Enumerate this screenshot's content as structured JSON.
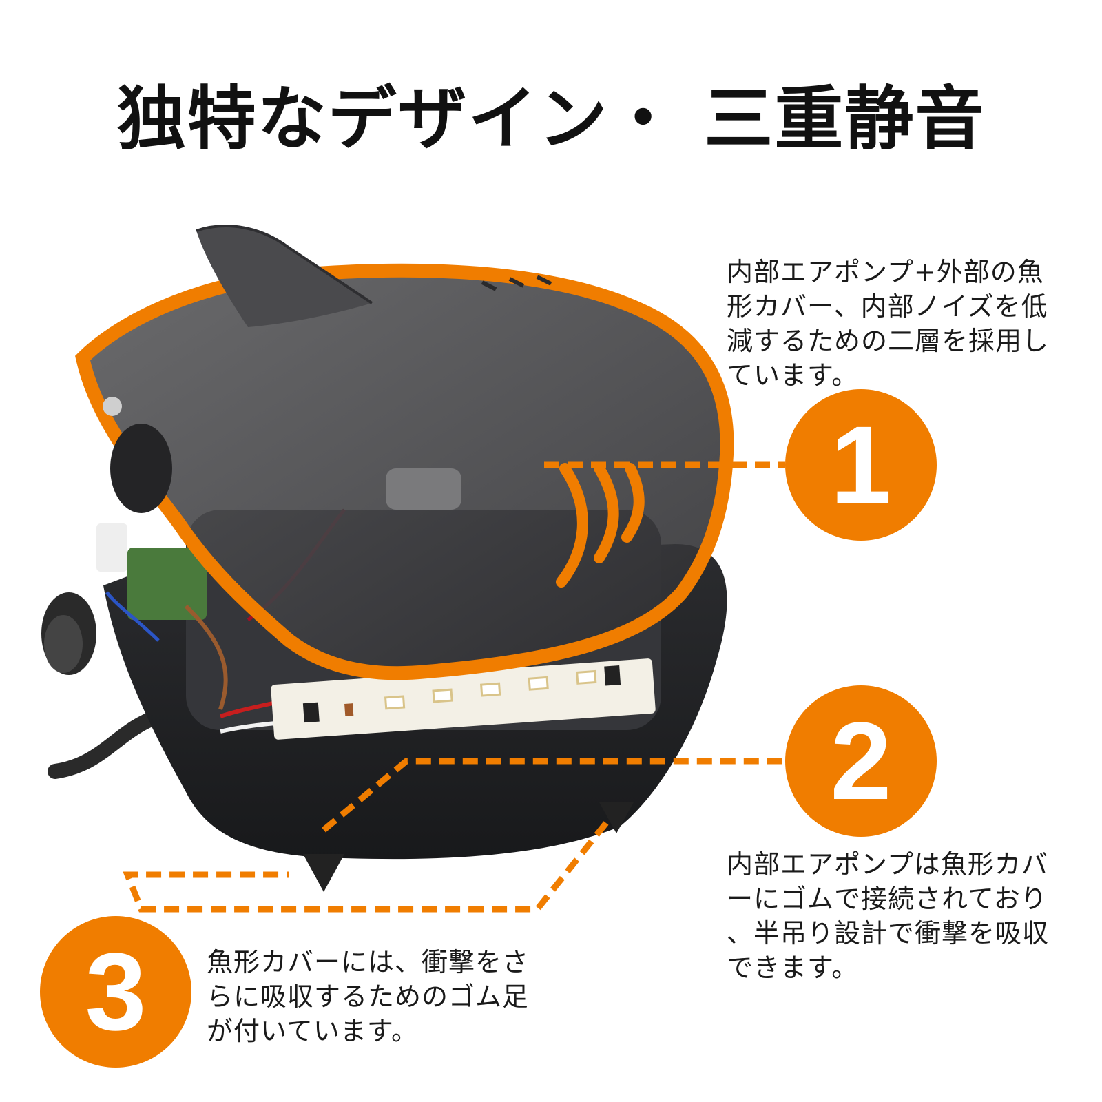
{
  "title": "独特なデザイン・ 三重静音",
  "accent_color": "#f07d00",
  "callouts": [
    {
      "number": "1",
      "lines": [
        "内部エアポンプ+外部の魚",
        "形カバー、内部ノイズを低",
        "減するための二層を採用し",
        "ています。"
      ]
    },
    {
      "number": "2",
      "lines": [
        "内部エアポンプは魚形カバ",
        "ーにゴムで接続されており",
        "、半吊り設計で衝撃を吸収",
        "できます。"
      ]
    },
    {
      "number": "3",
      "lines": [
        "魚形カバーには、衝撃をさ",
        "らに吸収するためのゴム足",
        "が付いています。"
      ]
    }
  ]
}
